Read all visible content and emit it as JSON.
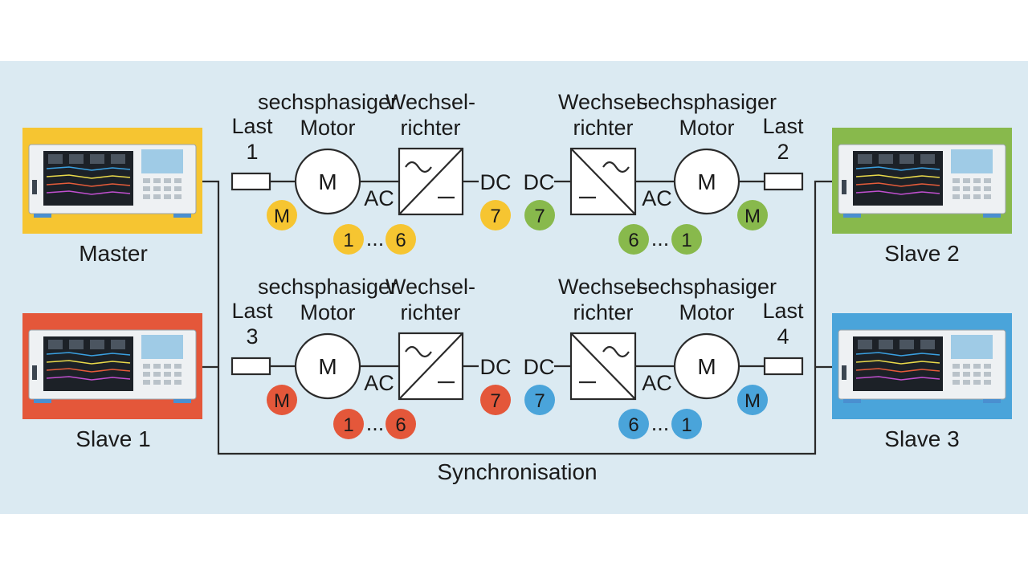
{
  "colors": {
    "background": "#dbeaf2",
    "yellow": "#f6c531",
    "red": "#e4573a",
    "green": "#88b94c",
    "blue": "#4aa4da"
  },
  "instruments": {
    "master": "Master",
    "slave1": "Slave 1",
    "slave2": "Slave 2",
    "slave3": "Slave 3"
  },
  "sync_label": "Synchronisation",
  "units": [
    {
      "color": "yellow",
      "motor_label_1": "sechsphasiger",
      "motor_label_2": "Motor",
      "inverter_label_1": "Wechsel-",
      "inverter_label_2": "richter",
      "load_word": "Last",
      "load_number": "1",
      "motor_symbol": "M",
      "ac_label": "AC",
      "dc_label": "DC",
      "badge_motor": "M",
      "badge_dc": "7",
      "badge_first": "1",
      "badge_last": "6",
      "ellipsis": "..."
    },
    {
      "color": "green",
      "motor_label_1": "sechsphasiger",
      "motor_label_2": "Motor",
      "inverter_label_1": "Wechsel-",
      "inverter_label_2": "richter",
      "load_word": "Last",
      "load_number": "2",
      "motor_symbol": "M",
      "ac_label": "AC",
      "dc_label": "DC",
      "badge_motor": "M",
      "badge_dc": "7",
      "badge_first": "6",
      "badge_last": "1",
      "ellipsis": "..."
    },
    {
      "color": "red",
      "motor_label_1": "sechsphasiger",
      "motor_label_2": "Motor",
      "inverter_label_1": "Wechsel-",
      "inverter_label_2": "richter",
      "load_word": "Last",
      "load_number": "3",
      "motor_symbol": "M",
      "ac_label": "AC",
      "dc_label": "DC",
      "badge_motor": "M",
      "badge_dc": "7",
      "badge_first": "1",
      "badge_last": "6",
      "ellipsis": "..."
    },
    {
      "color": "blue",
      "motor_label_1": "sechsphasiger",
      "motor_label_2": "Motor",
      "inverter_label_1": "Wechsel-",
      "inverter_label_2": "richter",
      "load_word": "Last",
      "load_number": "4",
      "motor_symbol": "M",
      "ac_label": "AC",
      "dc_label": "DC",
      "badge_motor": "M",
      "badge_dc": "7",
      "badge_first": "6",
      "badge_last": "1",
      "ellipsis": "..."
    }
  ]
}
